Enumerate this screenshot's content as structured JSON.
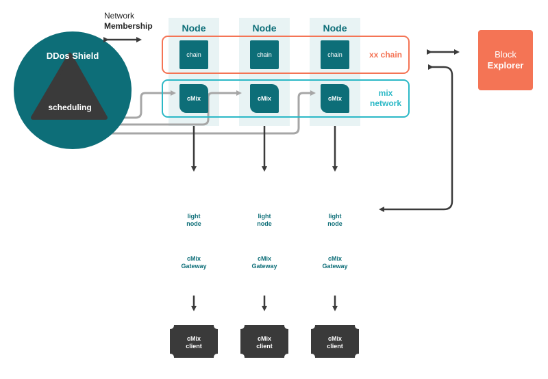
{
  "membership": {
    "line1": "Network",
    "line2": "Membership"
  },
  "shield": {
    "title": "DDos Shield",
    "scheduling": "scheduling"
  },
  "nodes": [
    {
      "title": "Node",
      "chain": "chain",
      "cmix": "cMix"
    },
    {
      "title": "Node",
      "chain": "chain",
      "cmix": "cMix"
    },
    {
      "title": "Node",
      "chain": "chain",
      "cmix": "cMix"
    }
  ],
  "xx_chain_label": "xx chain",
  "mix_network": {
    "line1": "mix",
    "line2": "network"
  },
  "block_explorer": {
    "line1": "Block",
    "line2": "Explorer"
  },
  "gateways": [
    {
      "title": "Gateway",
      "light_node": [
        "light",
        "node"
      ],
      "cmix_gateway": [
        "cMix",
        "Gateway"
      ]
    },
    {
      "title": "Gateway",
      "light_node": [
        "light",
        "node"
      ],
      "cmix_gateway": [
        "cMix",
        "Gateway"
      ]
    },
    {
      "title": "Gateway",
      "light_node": [
        "light",
        "node"
      ],
      "cmix_gateway": [
        "cMix",
        "Gateway"
      ]
    }
  ],
  "clients": [
    {
      "line1": "cMix",
      "line2": "client"
    },
    {
      "line1": "cMix",
      "line2": "client"
    },
    {
      "line1": "cMix",
      "line2": "client"
    }
  ],
  "colors": {
    "teal": "#0d6e78",
    "orange": "#f47455",
    "cyan": "#2bb8c6",
    "dark": "#3a3a3a",
    "gray": "#a6a6a6"
  }
}
